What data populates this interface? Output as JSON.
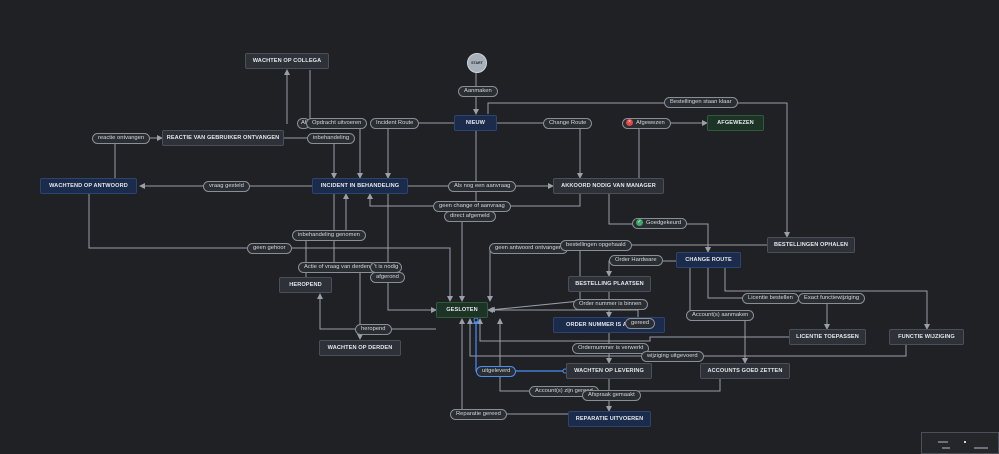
{
  "diagram": {
    "start_label": "START",
    "nodes": {
      "wachten_op_collega": "WACHTEN OP COLLEGA",
      "reactie_van_gebruiker": "REACTIE VAN GEBRUIKER ONTVANGEN",
      "nieuw": "NIEUW",
      "afgewezen_state": "AFGEWEZEN",
      "wachtend_op_antwoord": "WACHTEND OP ANTWOORD",
      "incident_in_behandeling": "INCIDENT IN BEHANDELING",
      "akkoord_nodig": "AKKOORD NODIG VAN MANAGER",
      "bestellingen_ophalen": "BESTELLINGEN OPHALEN",
      "change_route": "CHANGE ROUTE",
      "heropend": "HEROPEND",
      "bestelling_plaatsen": "BESTELLING PLAATSEN",
      "gesloten": "GESLOTEN",
      "order_nummer": "ORDER NUMMER IS AA",
      "licentie_toepassen": "LICENTIE TOEPASSEN",
      "functie_wijziging": "FUNCTIE WIJZIGING",
      "wachten_op_derden": "WACHTEN OP DERDEN",
      "wachten_op_levering": "WACHTEN OP LEVERING",
      "accounts_goed_zetten": "ACCOUNTS GOED ZETTEN",
      "reparatie_uitvoeren": "REPARATIE UITVOEREN"
    },
    "labels": {
      "aanmaken": "Aanmaken",
      "bestellingen_staan_klaar": "Bestellingen staan klaar",
      "af": "Af",
      "opdracht_uitvoeren": "Opdracht uitvoeren",
      "incident_route": "Incident Route",
      "change_route": "Change Route",
      "afgewezen": "Afgewezen",
      "reactie_ontvangen": "reactie ontvangen",
      "inbehandeling": "inbehandeling",
      "vraag_gesteld": "vraag gesteld",
      "als_nog_een_aanvraag": "Als nog een aanvraag",
      "geen_change": "geen change of aanvraag",
      "direct_afgemeld": "direct afgemeld",
      "goedgekeurd": "Goedgekeurd",
      "inbehandeling_genomen": "inbehandeling genomen",
      "geen_gehoor": "geen gehoor",
      "geen_antwoord": "geen antwoord ontvangen",
      "bestellingen_opgehaald": "bestellingen opgehaald",
      "order_hardware": "Order Hardware",
      "actie_van_derden": "Actie of vraag van derden",
      "tis_nodig": "'t is nodig",
      "afgerond": "afgerond",
      "licentie_bestellen": "Licentie bestellen",
      "exact_functiewijziging": "Exact functiewijziging",
      "order_nummer_binnen": "Order nummer is binnen",
      "accounts_aanmaken": "Account(s) aanmaken",
      "gereed": "gereed",
      "heropend": "heropend",
      "ordernummer_verwerkt": "Ordernummer is verwerkt",
      "wijziging_uitgevoerd": "wijziging uitgevoerd",
      "uitgeleverd": "uitgeleverd",
      "accounts_gereed": "Account(s) zijn gereed",
      "afspraak_gemaakt": "Afspraak gemaakt",
      "reparatie_gereed": "Reparatie gereed"
    },
    "icons": {
      "afgewezen": "x-circle-icon",
      "goedgekeurd": "check-circle-icon"
    },
    "colors": {
      "background": "#1f2125",
      "edge": "#9aa0a8",
      "selected_edge": "#4c8df5",
      "blue_node": "#1b2b4b",
      "green_node": "#1b3426",
      "reject": "#e04848",
      "approve": "#3ca865"
    }
  }
}
